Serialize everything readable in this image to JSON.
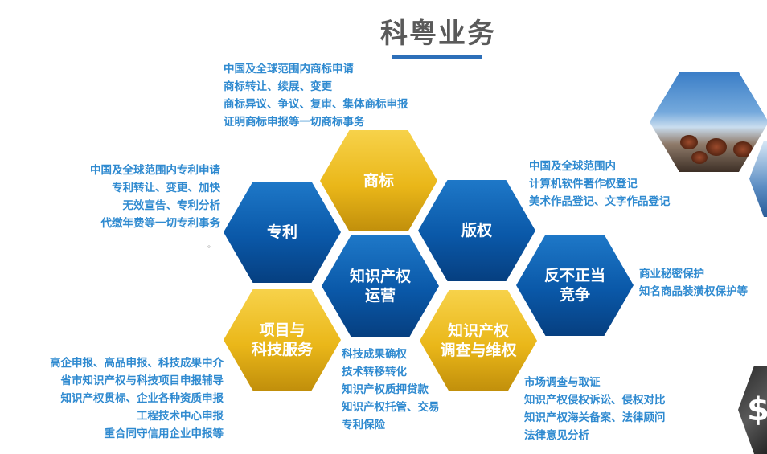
{
  "header": {
    "title": "科粤业务"
  },
  "hexagons": {
    "trademark": "商标",
    "patent": "专利",
    "copyright": "版权",
    "ip_operation": "知识产权\n运营",
    "unfair_competition": "反不正当\n竞争",
    "project_services": "项目与\n科技服务",
    "investigation": "知识产权\n调查与维权"
  },
  "trademark_items": [
    "中国及全球范围内商标申请",
    "商标转让、续展、变更",
    "商标异议、争议、复审、集体商标申报",
    "证明商标申报等一切商标事务"
  ],
  "patent_items": [
    "中国及全球范围内专利申请",
    "专利转让、变更、加快",
    "无效宣告、专利分析",
    "代缴年费等一切专利事务"
  ],
  "copyright_items": [
    "中国及全球范围内",
    "计算机软件著作权登记",
    "美术作品登记、文字作品登记"
  ],
  "unfair_competition_items": [
    "商业秘密保护",
    "知名商品装潢权保护等"
  ],
  "project_items": [
    "高企申报、高品申报、科技成果中介",
    "省市知识产权与科技项目申报辅导",
    "知识产权贯标、企业各种资质申报",
    "工程技术中心申报",
    "重合同守信用企业申报等"
  ],
  "operation_items": [
    "科技成果确权",
    "技术转移转化",
    "知识产权质押贷款",
    "知识产权托管、交易",
    "专利保险"
  ],
  "investigation_items": [
    "市场调查与取证",
    "知识产权侵权诉讼、侵权对比",
    "知识产权海关备案、法律顾问",
    "法律意见分析"
  ],
  "decor": {
    "dollar_glyph": "$"
  },
  "colors": {
    "blue": "#0a58a8",
    "yellow": "#eab719",
    "text_blue": "#2f8ad0",
    "accent_bar": "#2d6fb9"
  }
}
